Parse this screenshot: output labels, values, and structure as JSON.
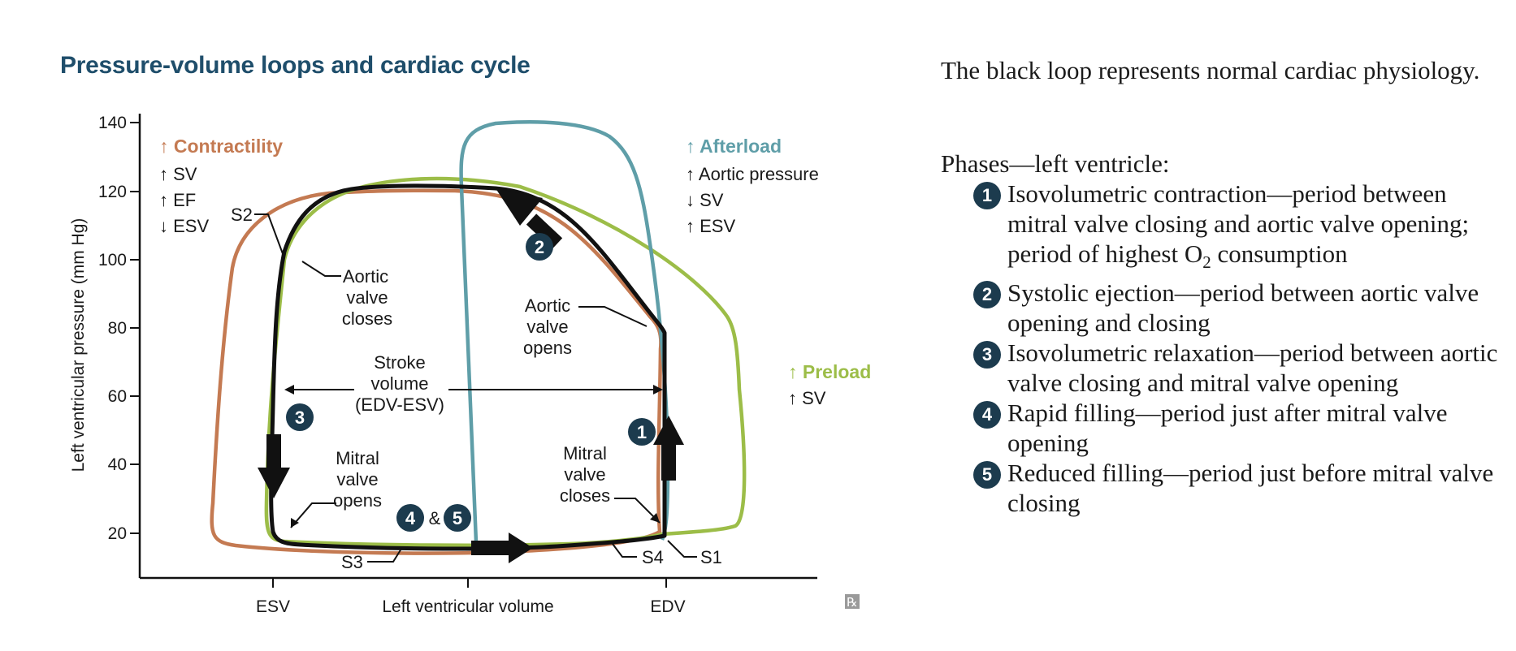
{
  "title": "Pressure-volume loops and cardiac cycle",
  "axes": {
    "y_label": "Left ventricular pressure  (mm Hg)",
    "x_label": "Left ventricular volume",
    "y_ticks": [
      "140",
      "120",
      "100",
      "80",
      "60",
      "40",
      "20"
    ],
    "x_ticks": [
      "ESV",
      "EDV"
    ]
  },
  "contractility": {
    "title": "Contractility",
    "items": [
      "SV",
      "EF",
      "ESV"
    ],
    "arrows": [
      "↑",
      "↑",
      "↓"
    ],
    "color": "#c47a52"
  },
  "afterload": {
    "title": "Afterload",
    "items": [
      "Aortic pressure",
      "SV",
      "ESV"
    ],
    "arrows": [
      "↑",
      "↓",
      "↑"
    ],
    "color": "#5f9ea8"
  },
  "preload": {
    "title": "Preload",
    "items": [
      "SV"
    ],
    "arrows": [
      "↑"
    ],
    "color": "#9cbd48"
  },
  "heading_arrow": "↑",
  "annotations": {
    "s2": "S2",
    "aortic_closes": [
      "Aortic",
      "valve",
      "closes"
    ],
    "aortic_opens": [
      "Aortic",
      "valve",
      "opens"
    ],
    "stroke_volume": [
      "Stroke",
      "volume",
      "(EDV-ESV)"
    ],
    "mitral_opens": [
      "Mitral",
      "valve",
      "opens"
    ],
    "mitral_closes": [
      "Mitral",
      "valve",
      "closes"
    ],
    "s3": "S3",
    "s4": "S4",
    "s1": "S1",
    "amp": "&",
    "watermark": "℞"
  },
  "badges": [
    "1",
    "2",
    "3",
    "4",
    "5"
  ],
  "colors": {
    "normal": "#111111",
    "badge": "#1c3b4e",
    "title": "#1f4e6b"
  },
  "panel": {
    "intro": "The black loop represents normal cardiac physiology.",
    "phases_title": "Phases—left ventricle:",
    "phases": [
      {
        "num": "1",
        "text": "Isovolumetric contraction—period between mitral valve closing and aortic valve opening; period of highest O",
        "sub": "2",
        "tail": " consumption"
      },
      {
        "num": "2",
        "text": "Systolic ejection—period between aortic valve opening and closing",
        "sub": "",
        "tail": ""
      },
      {
        "num": "3",
        "text": "Isovolumetric relaxation—period between aortic valve closing and mitral valve opening",
        "sub": "",
        "tail": ""
      },
      {
        "num": "4",
        "text": "Rapid filling—period just after mitral valve opening",
        "sub": "",
        "tail": ""
      },
      {
        "num": "5",
        "text": "Reduced filling—period just before mitral valve closing",
        "sub": "",
        "tail": ""
      }
    ]
  }
}
